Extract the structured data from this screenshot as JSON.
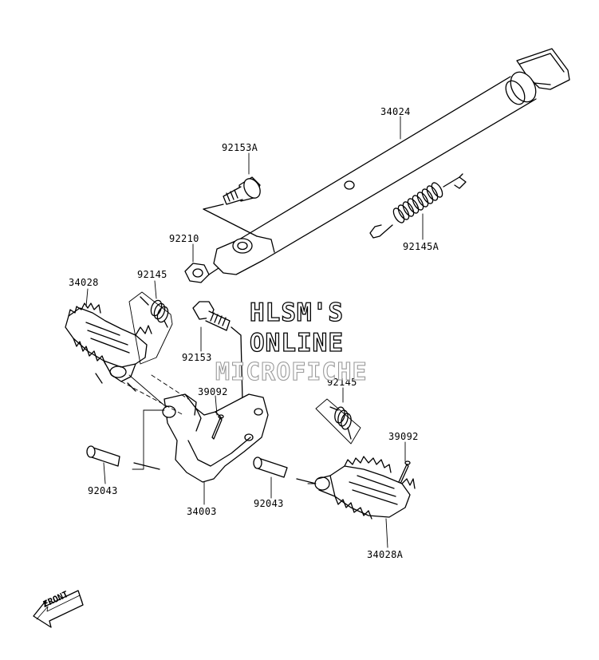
{
  "diagram": {
    "parts": [
      {
        "id": "34024",
        "label": "34024"
      },
      {
        "id": "92153A",
        "label": "92153A"
      },
      {
        "id": "92210",
        "label": "92210"
      },
      {
        "id": "92145A",
        "label": "92145A"
      },
      {
        "id": "34028",
        "label": "34028"
      },
      {
        "id": "92145-left",
        "label": "92145"
      },
      {
        "id": "92153",
        "label": "92153"
      },
      {
        "id": "39092-left",
        "label": "39092"
      },
      {
        "id": "92145-right",
        "label": "92145"
      },
      {
        "id": "39092-right",
        "label": "39092"
      },
      {
        "id": "92043-left",
        "label": "92043"
      },
      {
        "id": "34003",
        "label": "34003"
      },
      {
        "id": "92043-right",
        "label": "92043"
      },
      {
        "id": "34028A",
        "label": "34028A"
      }
    ],
    "watermark": [
      "HLSM'S",
      "ONLINE",
      "MICROFICHE"
    ],
    "front_arrow_text": "FRONT"
  }
}
